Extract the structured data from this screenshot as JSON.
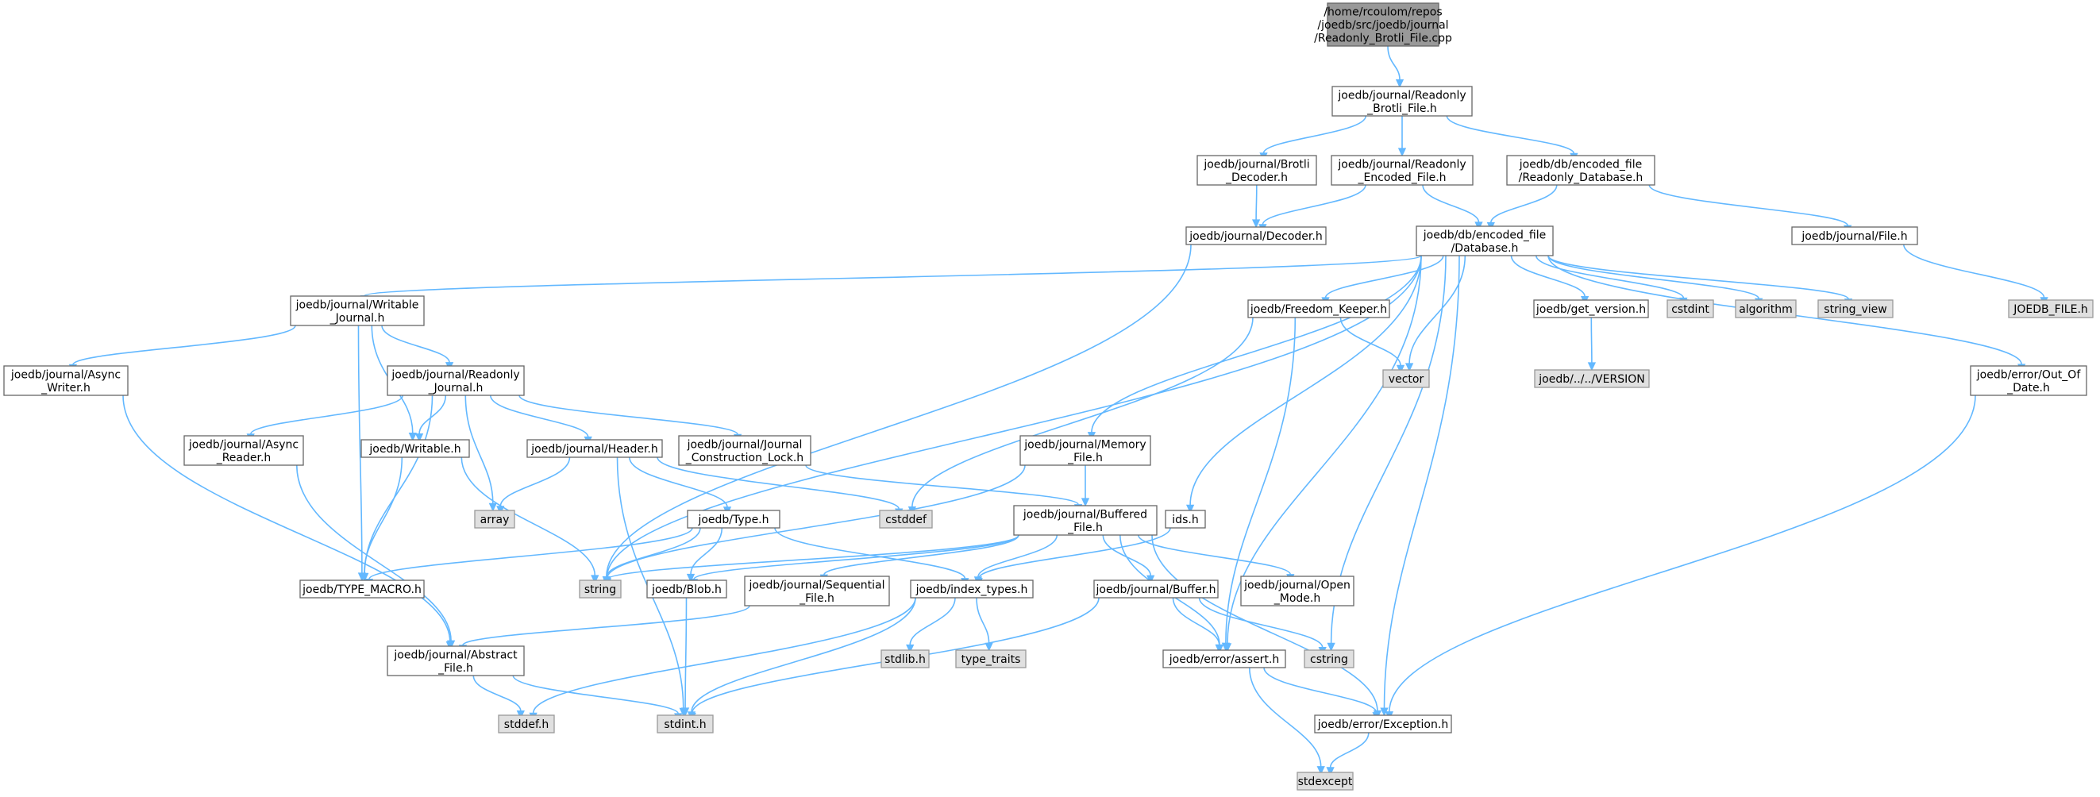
{
  "colors": {
    "edge": "#63b8ff",
    "node_border": "#666666",
    "root_fill": "#999999",
    "header_fill": "#ffffff",
    "system_fill": "#e0e0e0",
    "system_border": "#999999",
    "text": "#000000"
  },
  "nodes": [
    {
      "id": "root",
      "kind": "root",
      "lines": [
        "/home/rcoulom/repos",
        "/joedb/src/joedb/journal",
        "/Readonly_Brotli_File.cpp"
      ]
    },
    {
      "id": "readonly_brotli_h",
      "kind": "header",
      "lines": [
        "joedb/journal/Readonly",
        "_Brotli_File.h"
      ]
    },
    {
      "id": "brotli_decoder",
      "kind": "header",
      "lines": [
        "joedb/journal/Brotli",
        "_Decoder.h"
      ]
    },
    {
      "id": "readonly_encoded",
      "kind": "header",
      "lines": [
        "joedb/journal/Readonly",
        "_Encoded_File.h"
      ]
    },
    {
      "id": "readonly_database",
      "kind": "header",
      "lines": [
        "joedb/db/encoded_file",
        "/Readonly_Database.h"
      ]
    },
    {
      "id": "decoder",
      "kind": "header",
      "lines": [
        "joedb/journal/Decoder.h"
      ]
    },
    {
      "id": "database",
      "kind": "header",
      "lines": [
        "joedb/db/encoded_file",
        "/Database.h"
      ]
    },
    {
      "id": "file_h",
      "kind": "header",
      "lines": [
        "joedb/journal/File.h"
      ]
    },
    {
      "id": "joedb_file",
      "kind": "system",
      "lines": [
        "JOEDB_FILE.h"
      ]
    },
    {
      "id": "writable_journal",
      "kind": "header",
      "lines": [
        "joedb/journal/Writable",
        "_Journal.h"
      ]
    },
    {
      "id": "freedom_keeper",
      "kind": "header",
      "lines": [
        "joedb/Freedom_Keeper.h"
      ]
    },
    {
      "id": "get_version",
      "kind": "header",
      "lines": [
        "joedb/get_version.h"
      ]
    },
    {
      "id": "cstdint",
      "kind": "system",
      "lines": [
        "cstdint"
      ]
    },
    {
      "id": "algorithm",
      "kind": "system",
      "lines": [
        "algorithm"
      ]
    },
    {
      "id": "string_view",
      "kind": "system",
      "lines": [
        "string_view"
      ]
    },
    {
      "id": "async_writer",
      "kind": "header",
      "lines": [
        "joedb/journal/Async",
        "_Writer.h"
      ]
    },
    {
      "id": "readonly_journal",
      "kind": "header",
      "lines": [
        "joedb/journal/Readonly",
        "_Journal.h"
      ]
    },
    {
      "id": "vector",
      "kind": "system",
      "lines": [
        "vector"
      ]
    },
    {
      "id": "version",
      "kind": "system",
      "lines": [
        "joedb/../../VERSION"
      ]
    },
    {
      "id": "out_of_date",
      "kind": "header",
      "lines": [
        "joedb/error/Out_Of",
        "_Date.h"
      ]
    },
    {
      "id": "async_reader",
      "kind": "header",
      "lines": [
        "joedb/journal/Async",
        "_Reader.h"
      ]
    },
    {
      "id": "writable_h",
      "kind": "header",
      "lines": [
        "joedb/Writable.h"
      ]
    },
    {
      "id": "header_h",
      "kind": "header",
      "lines": [
        "joedb/journal/Header.h"
      ]
    },
    {
      "id": "journal_lock",
      "kind": "header",
      "lines": [
        "joedb/journal/Journal",
        "_Construction_Lock.h"
      ]
    },
    {
      "id": "memory_file",
      "kind": "header",
      "lines": [
        "joedb/journal/Memory",
        "_File.h"
      ]
    },
    {
      "id": "array",
      "kind": "system",
      "lines": [
        "array"
      ]
    },
    {
      "id": "cstddef",
      "kind": "system",
      "lines": [
        "cstddef"
      ]
    },
    {
      "id": "type_h",
      "kind": "header",
      "lines": [
        "joedb/Type.h"
      ]
    },
    {
      "id": "buffered_file",
      "kind": "header",
      "lines": [
        "joedb/journal/Buffered",
        "_File.h"
      ]
    },
    {
      "id": "ids_h",
      "kind": "header",
      "lines": [
        "ids.h"
      ]
    },
    {
      "id": "type_macro",
      "kind": "header",
      "lines": [
        "joedb/TYPE_MACRO.h"
      ]
    },
    {
      "id": "string",
      "kind": "system",
      "lines": [
        "string"
      ]
    },
    {
      "id": "blob_h",
      "kind": "header",
      "lines": [
        "joedb/Blob.h"
      ]
    },
    {
      "id": "sequential_file",
      "kind": "header",
      "lines": [
        "joedb/journal/Sequential",
        "_File.h"
      ]
    },
    {
      "id": "index_types",
      "kind": "header",
      "lines": [
        "joedb/index_types.h"
      ]
    },
    {
      "id": "buffer_h",
      "kind": "header",
      "lines": [
        "joedb/journal/Buffer.h"
      ]
    },
    {
      "id": "open_mode",
      "kind": "header",
      "lines": [
        "joedb/journal/Open",
        "_Mode.h"
      ]
    },
    {
      "id": "abstract_file",
      "kind": "header",
      "lines": [
        "joedb/journal/Abstract",
        "_File.h"
      ]
    },
    {
      "id": "stdlib_h",
      "kind": "system",
      "lines": [
        "stdlib.h"
      ]
    },
    {
      "id": "type_traits",
      "kind": "system",
      "lines": [
        "type_traits"
      ]
    },
    {
      "id": "assert_h",
      "kind": "header",
      "lines": [
        "joedb/error/assert.h"
      ]
    },
    {
      "id": "cstring",
      "kind": "system",
      "lines": [
        "cstring"
      ]
    },
    {
      "id": "stddef_h",
      "kind": "system",
      "lines": [
        "stddef.h"
      ]
    },
    {
      "id": "stdint_h",
      "kind": "system",
      "lines": [
        "stdint.h"
      ]
    },
    {
      "id": "exception_h",
      "kind": "header",
      "lines": [
        "joedb/error/Exception.h"
      ]
    },
    {
      "id": "stdexcept",
      "kind": "system",
      "lines": [
        "stdexcept"
      ]
    }
  ],
  "edges": [
    [
      "root",
      "readonly_brotli_h"
    ],
    [
      "readonly_brotli_h",
      "brotli_decoder"
    ],
    [
      "readonly_brotli_h",
      "readonly_encoded"
    ],
    [
      "readonly_brotli_h",
      "readonly_database"
    ],
    [
      "brotli_decoder",
      "decoder"
    ],
    [
      "readonly_encoded",
      "decoder"
    ],
    [
      "readonly_encoded",
      "database"
    ],
    [
      "readonly_database",
      "database"
    ],
    [
      "readonly_database",
      "file_h"
    ],
    [
      "file_h",
      "joedb_file"
    ],
    [
      "decoder",
      "string"
    ],
    [
      "database",
      "writable_journal"
    ],
    [
      "database",
      "freedom_keeper"
    ],
    [
      "database",
      "vector"
    ],
    [
      "database",
      "get_version"
    ],
    [
      "database",
      "cstdint"
    ],
    [
      "database",
      "algorithm"
    ],
    [
      "database",
      "string_view"
    ],
    [
      "database",
      "out_of_date"
    ],
    [
      "database",
      "memory_file"
    ],
    [
      "database",
      "ids_h"
    ],
    [
      "database",
      "string"
    ],
    [
      "database",
      "assert_h"
    ],
    [
      "database",
      "cstring"
    ],
    [
      "database",
      "exception_h"
    ],
    [
      "freedom_keeper",
      "vector"
    ],
    [
      "freedom_keeper",
      "cstddef"
    ],
    [
      "freedom_keeper",
      "assert_h"
    ],
    [
      "get_version",
      "version"
    ],
    [
      "out_of_date",
      "exception_h"
    ],
    [
      "writable_journal",
      "async_writer"
    ],
    [
      "writable_journal",
      "readonly_journal"
    ],
    [
      "writable_journal",
      "writable_h"
    ],
    [
      "writable_journal",
      "type_macro"
    ],
    [
      "async_writer",
      "abstract_file"
    ],
    [
      "readonly_journal",
      "async_reader"
    ],
    [
      "readonly_journal",
      "writable_h"
    ],
    [
      "readonly_journal",
      "header_h"
    ],
    [
      "readonly_journal",
      "journal_lock"
    ],
    [
      "readonly_journal",
      "array"
    ],
    [
      "readonly_journal",
      "type_macro"
    ],
    [
      "async_reader",
      "abstract_file"
    ],
    [
      "writable_h",
      "type_macro"
    ],
    [
      "writable_h",
      "string"
    ],
    [
      "header_h",
      "array"
    ],
    [
      "header_h",
      "type_h"
    ],
    [
      "header_h",
      "cstddef"
    ],
    [
      "header_h",
      "stdint_h"
    ],
    [
      "journal_lock",
      "buffered_file"
    ],
    [
      "memory_file",
      "buffered_file"
    ],
    [
      "memory_file",
      "string"
    ],
    [
      "type_h",
      "type_macro"
    ],
    [
      "type_h",
      "string"
    ],
    [
      "type_h",
      "blob_h"
    ],
    [
      "type_h",
      "index_types"
    ],
    [
      "ids_h",
      "index_types"
    ],
    [
      "buffered_file",
      "string"
    ],
    [
      "buffered_file",
      "blob_h"
    ],
    [
      "buffered_file",
      "sequential_file"
    ],
    [
      "buffered_file",
      "index_types"
    ],
    [
      "buffered_file",
      "buffer_h"
    ],
    [
      "buffered_file",
      "open_mode"
    ],
    [
      "buffered_file",
      "assert_h"
    ],
    [
      "buffered_file",
      "exception_h"
    ],
    [
      "blob_h",
      "stdint_h"
    ],
    [
      "sequential_file",
      "abstract_file"
    ],
    [
      "index_types",
      "stdlib_h"
    ],
    [
      "index_types",
      "type_traits"
    ],
    [
      "index_types",
      "stddef_h"
    ],
    [
      "index_types",
      "stdint_h"
    ],
    [
      "buffer_h",
      "assert_h"
    ],
    [
      "buffer_h",
      "cstring"
    ],
    [
      "buffer_h",
      "stdint_h"
    ],
    [
      "abstract_file",
      "stddef_h"
    ],
    [
      "abstract_file",
      "stdint_h"
    ],
    [
      "assert_h",
      "exception_h"
    ],
    [
      "assert_h",
      "stdexcept"
    ],
    [
      "exception_h",
      "stdexcept"
    ]
  ]
}
